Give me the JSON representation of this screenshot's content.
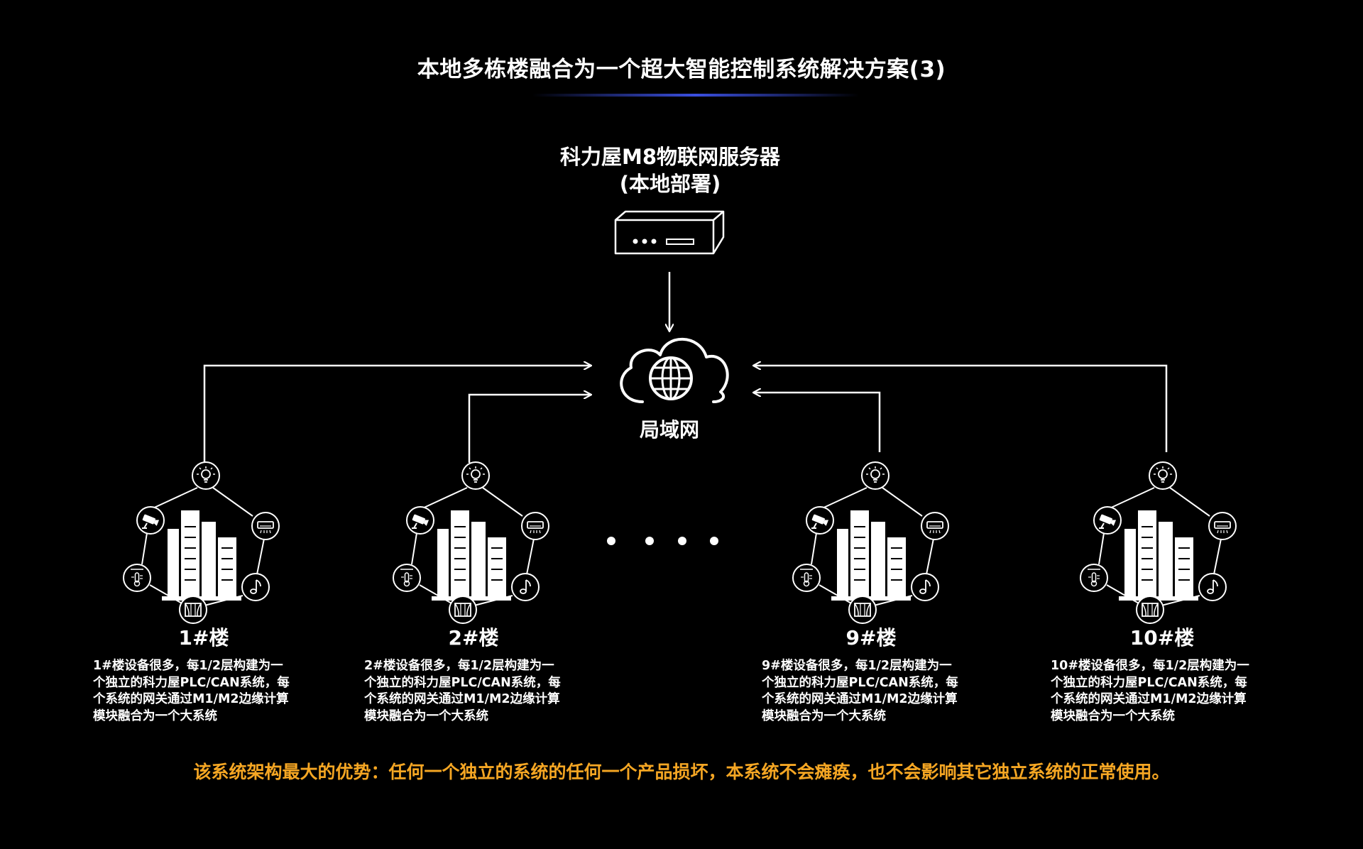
{
  "title": "本地多栋楼融合为一个超大智能控制系统解决方案(3)",
  "server": {
    "title": "科力屋M8物联网服务器",
    "subtitle": "(本地部署)",
    "icon": "server-icon"
  },
  "lan": {
    "label": "局域网",
    "icon": "cloud-globe-icon"
  },
  "buildings": [
    {
      "label": "1#楼",
      "desc": [
        "1#楼设备很多，每1/2层构建为一",
        "个独立的科力屋PLC/CAN系统，每",
        "个系统的网关通过M1/M2边缘计算",
        "模块融合为一个大系统"
      ]
    },
    {
      "label": "2#楼",
      "desc": [
        "2#楼设备很多，每1/2层构建为一",
        "个独立的科力屋PLC/CAN系统，每",
        "个系统的网关通过M1/M2边缘计算",
        "模块融合为一个大系统"
      ]
    },
    {
      "label": "9#楼",
      "desc": [
        "9#楼设备很多，每1/2层构建为一",
        "个独立的科力屋PLC/CAN系统，每",
        "个系统的网关通过M1/M2边缘计算",
        "模块融合为一个大系统"
      ]
    },
    {
      "label": "10#楼",
      "desc": [
        "10#楼设备很多，每1/2层构建为一",
        "个独立的科力屋PLC/CAN系统，每",
        "个系统的网关通过M1/M2边缘计算",
        "模块融合为一个大系统"
      ]
    }
  ],
  "device_icons": [
    "light-bulb-icon",
    "air-conditioner-icon",
    "music-note-icon",
    "curtain-icon",
    "pm25-thermometer-icon",
    "camera-icon",
    "building-icon"
  ],
  "bottom_note": "该系统架构最大的优势：任何一个独立的系统的任何一个产品损坏，本系统不会瘫痪，也不会影响其它独立系统的正常使用。",
  "colors": {
    "background": "#000000",
    "foreground": "#ffffff",
    "accent": "#f5a623",
    "underline": "#3a4fe0"
  }
}
